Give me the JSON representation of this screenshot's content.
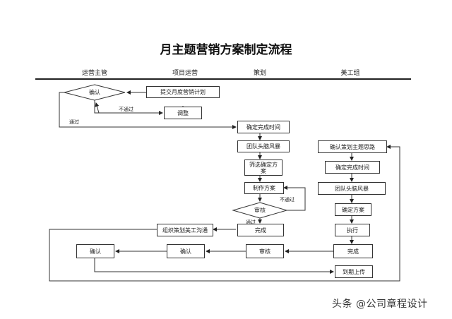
{
  "title": "月主题营销方案制定流程",
  "lanes": [
    "运营主管",
    "项目运营",
    "策划",
    "美工组"
  ],
  "nodes": {
    "confirm_top": "确认",
    "submit_plan": "提交月度营销计划",
    "adjust": "调整",
    "confirm_time": "确定完成时间",
    "brainstorm": "团队头脑风暴",
    "select_plan": "筛选确定方案",
    "make_plan": "制作方案",
    "review_1": "审核",
    "complete_1": "完成",
    "organize_meeting": "组织策划美工沟通",
    "confirm_theme": "确认策划主题思路",
    "confirm_time_art": "确定完成时间",
    "brainstorm_art": "团队头脑风暴",
    "confirm_plan_art": "确定方案",
    "execute": "执行",
    "complete_art": "完成",
    "review_2": "审核",
    "confirm_mid": "确认",
    "confirm_left": "确认",
    "upload": "到期上传"
  },
  "edge_labels": {
    "not_pass_top": "不通过",
    "pass_top": "通过",
    "not_pass_mid": "不通过",
    "pass_mid": "通过"
  },
  "watermark": "头条 @公司章程设计"
}
